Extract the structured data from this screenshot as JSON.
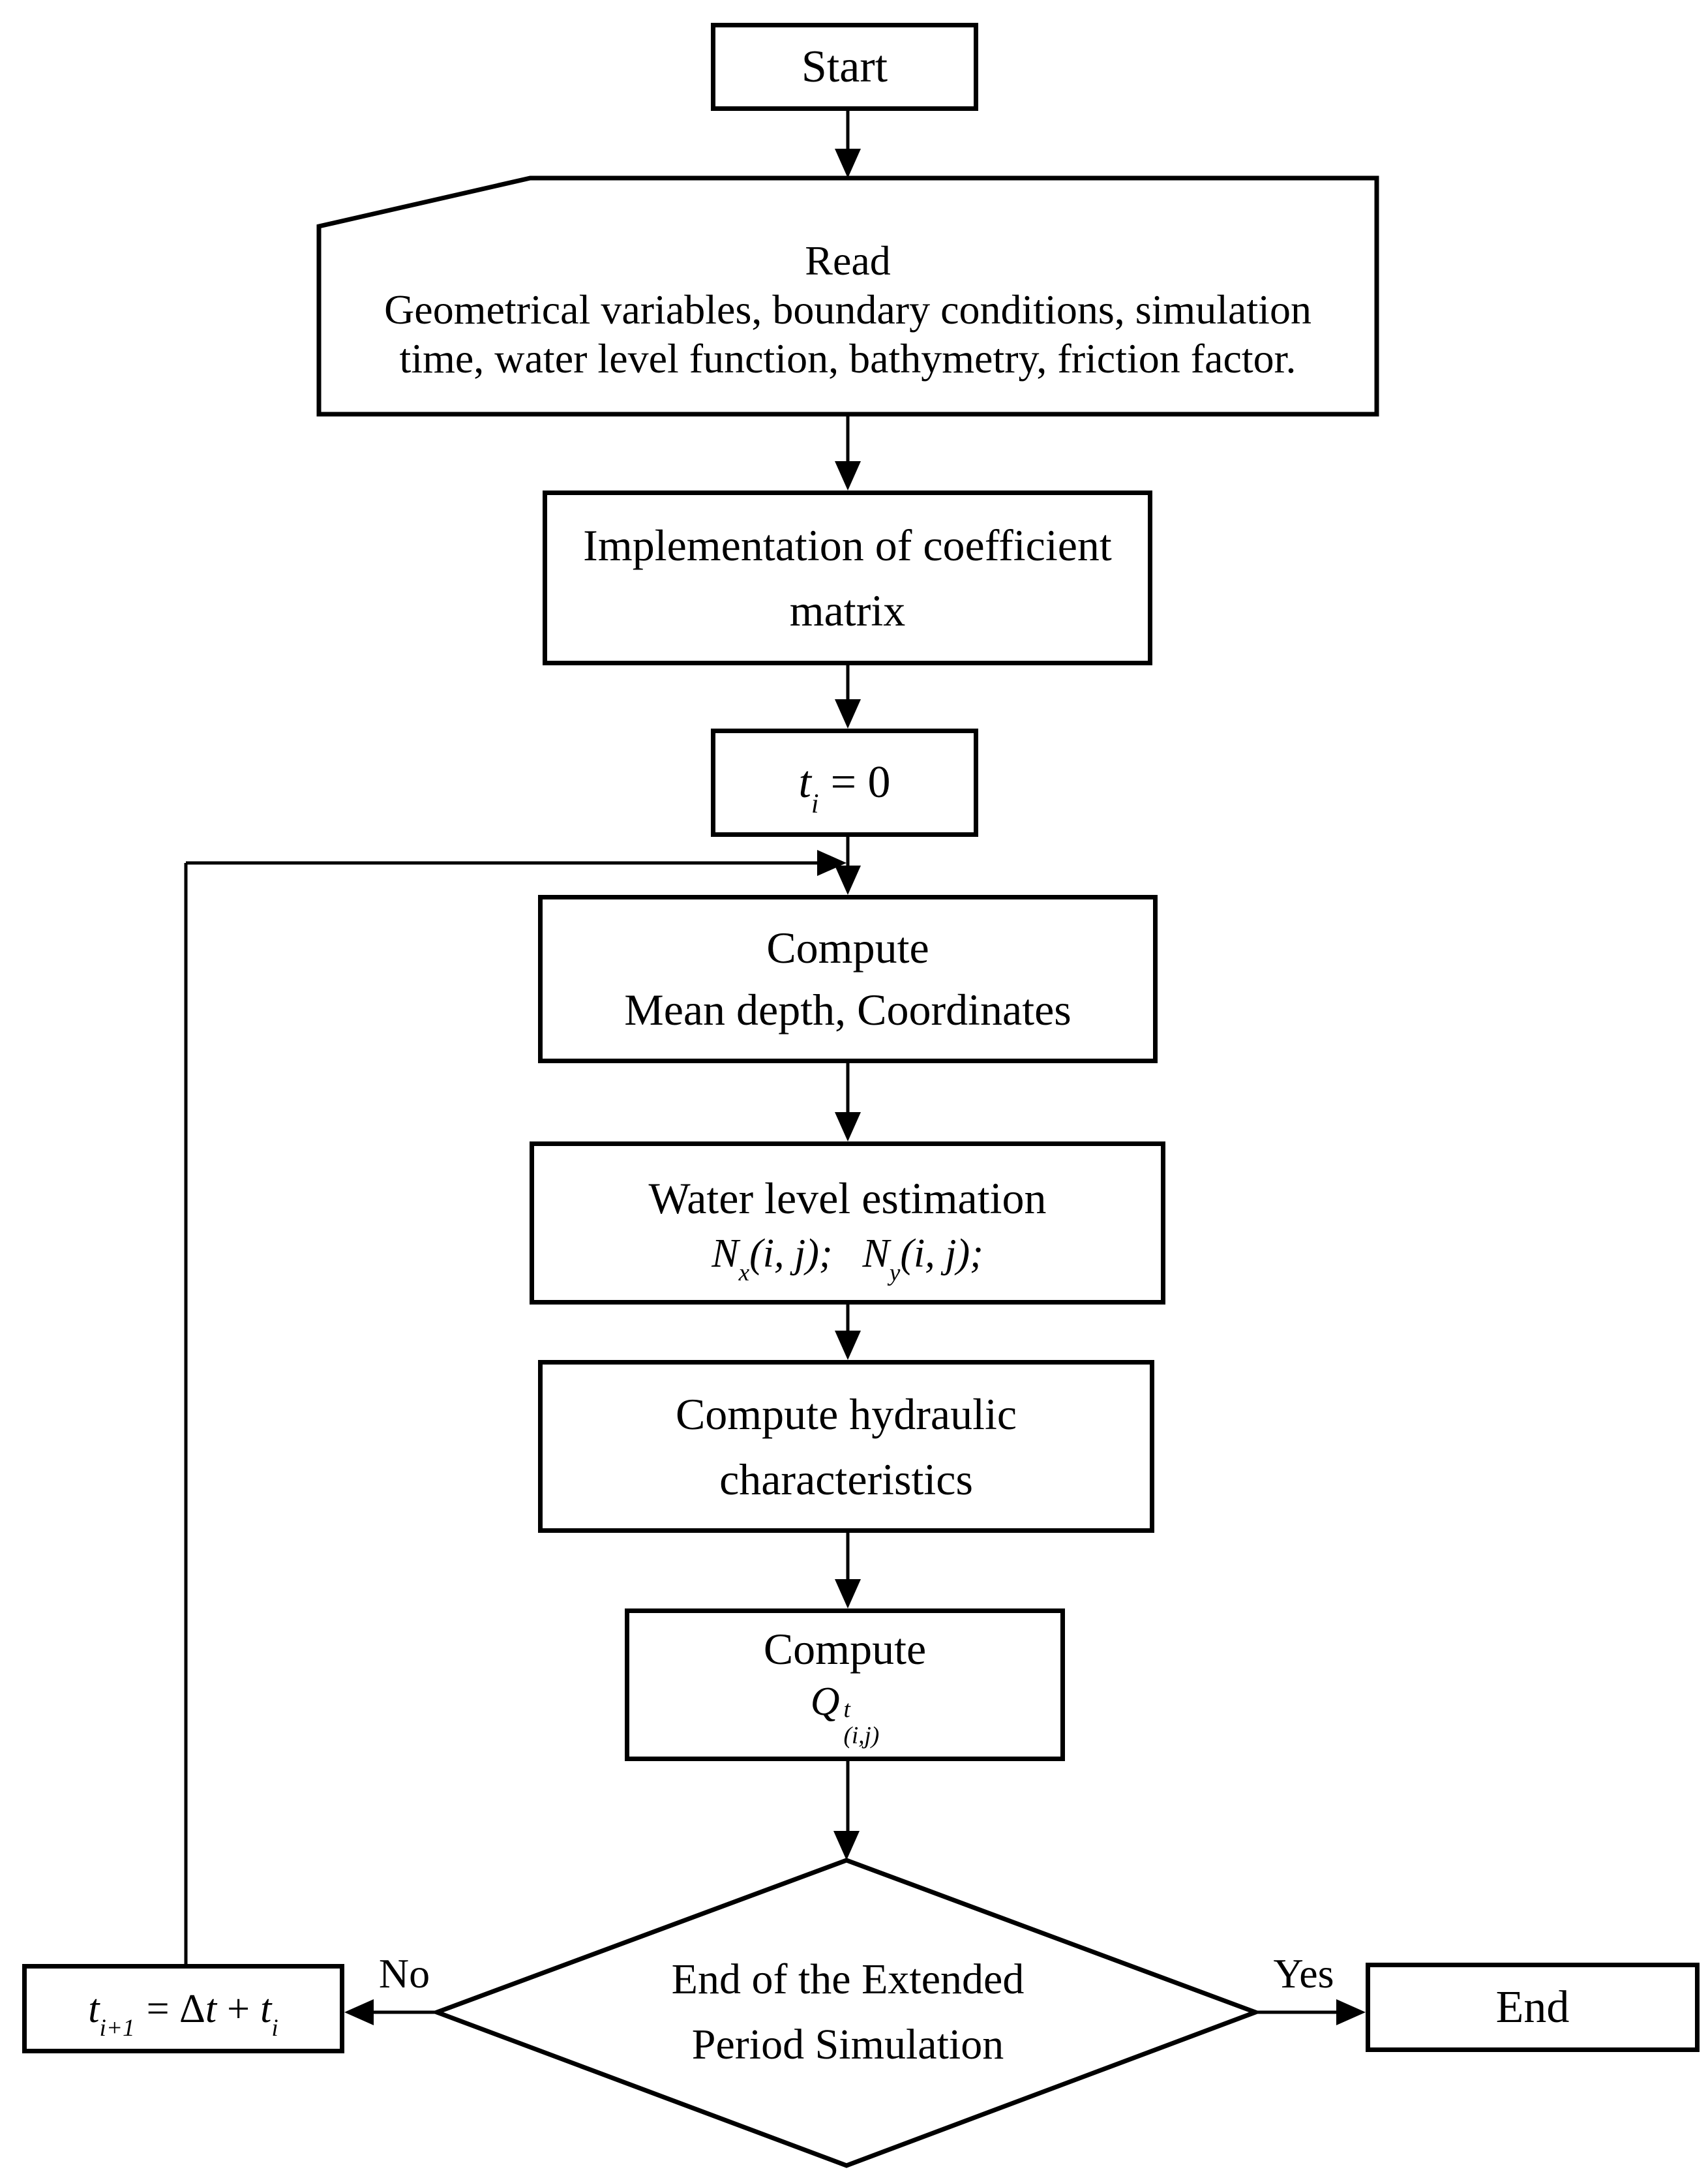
{
  "diagram": {
    "background": "#ffffff",
    "stroke_color": "#000000",
    "nodes": {
      "start": {
        "shape": "rectangle",
        "label": "Start"
      },
      "read_inputs": {
        "shape": "corner-cut-rectangle",
        "lines": [
          "Read",
          "Geometrical variables, boundary conditions, simulation",
          "time, water level function, bathymetry, friction factor."
        ]
      },
      "coefficient_matrix": {
        "shape": "rectangle",
        "lines": [
          "Implementation of coefficient",
          "matrix"
        ]
      },
      "initialize_time": {
        "shape": "rectangle",
        "math": {
          "var": "t",
          "var_sub": "i",
          "equals": "= 0"
        }
      },
      "compute_mean_depth": {
        "shape": "rectangle",
        "lines": [
          "Compute",
          "Mean depth, Coordinates"
        ]
      },
      "water_level_estimation": {
        "shape": "rectangle",
        "title": "Water level estimation",
        "math": {
          "term1": "N",
          "term1_sub": "x",
          "term1_args": "(i, j);",
          "term2": "N",
          "term2_sub": "y",
          "term2_args": "(i, j);"
        }
      },
      "compute_hydraulic": {
        "shape": "rectangle",
        "lines": [
          "Compute hydraulic",
          "characteristics"
        ]
      },
      "compute_discharge": {
        "shape": "rectangle",
        "title": "Compute",
        "math": {
          "base": "Q",
          "sup": "t",
          "sub": "(i,j)"
        }
      },
      "end_of_simulation_decision": {
        "shape": "diamond",
        "lines": [
          "End of the Extended",
          "Period Simulation"
        ]
      },
      "time_increment": {
        "shape": "rectangle",
        "math": {
          "t1": "t",
          "t1_sub": "i+1",
          "equals_delta": "= Δ",
          "t2": "t",
          "plus": "+",
          "t3": "t",
          "t3_sub": "i"
        }
      },
      "end": {
        "shape": "rectangle",
        "label": "End"
      }
    },
    "edge_labels": {
      "no": "No",
      "yes": "Yes"
    }
  }
}
